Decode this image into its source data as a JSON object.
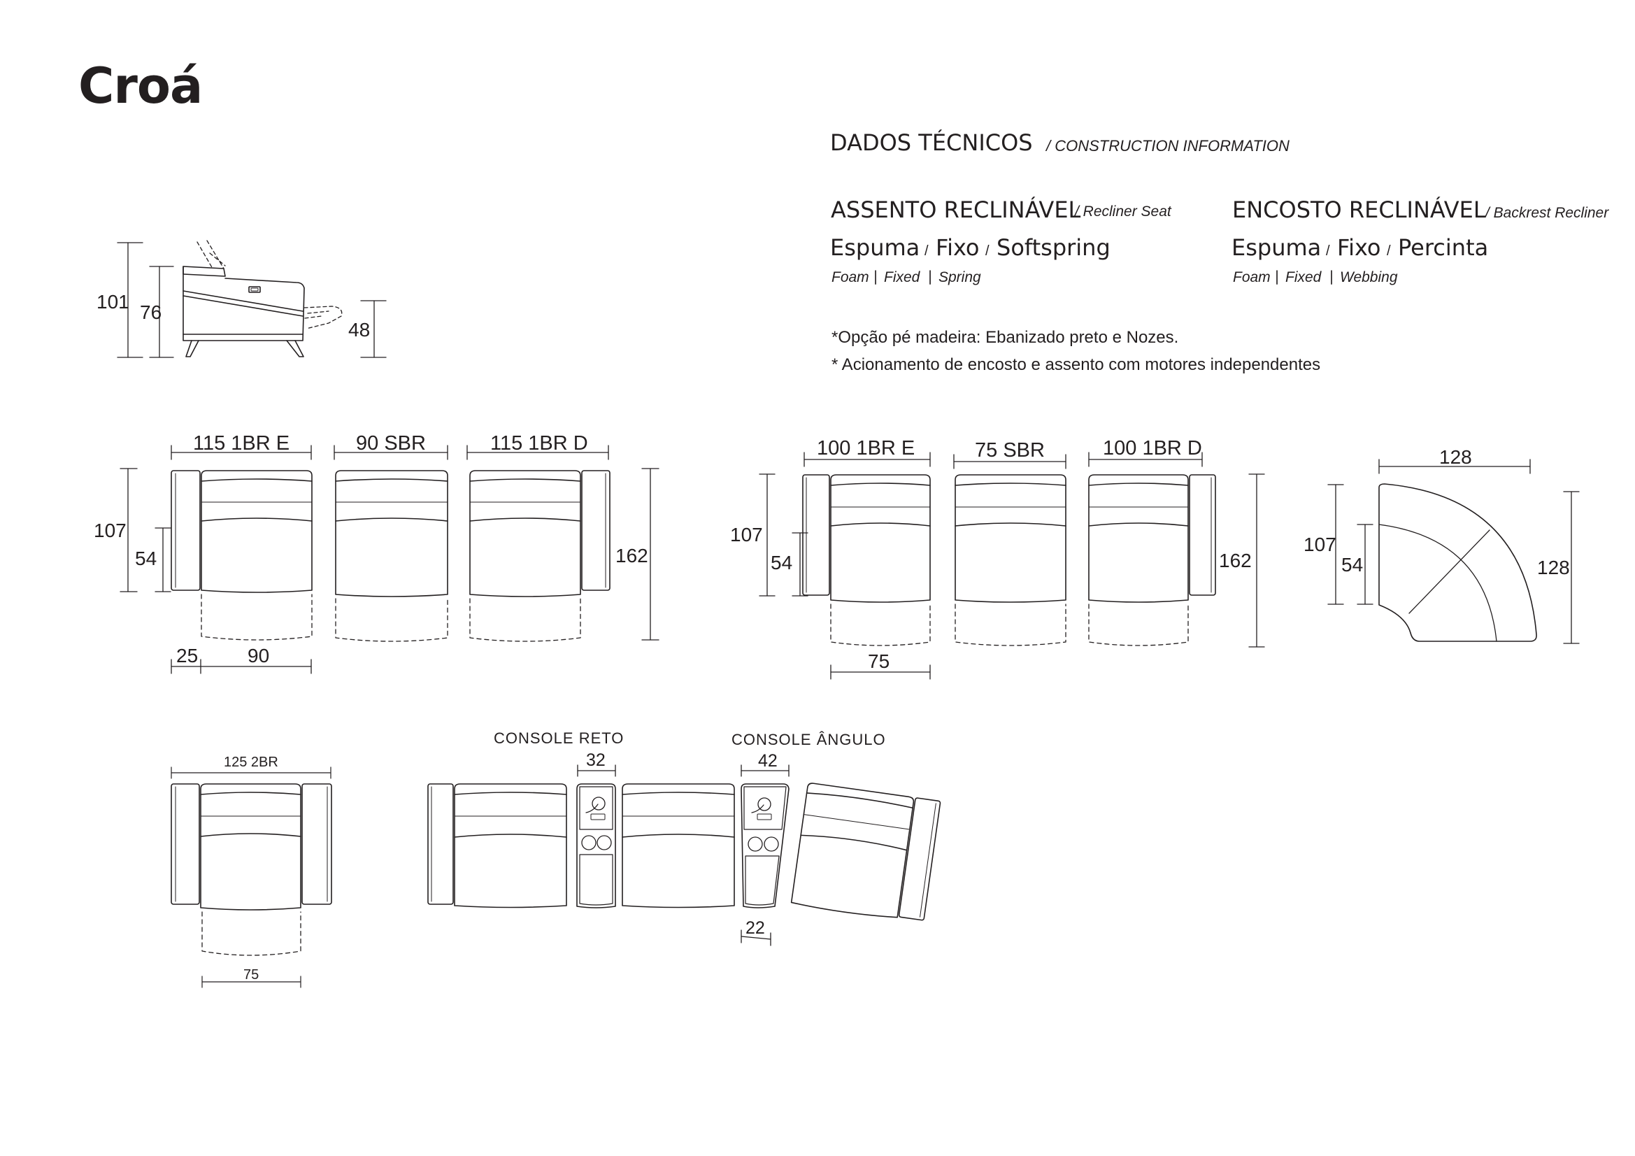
{
  "header": {
    "title": "Croá",
    "tech_title": "DADOS TÉCNICOS",
    "tech_subtitle": "/ CONSTRUCTION INFORMATION"
  },
  "seat": {
    "title": "ASSENTO RECLINÁVEL",
    "subtitle": "/ Recliner Seat",
    "materials": [
      "Espuma",
      "Fixo",
      "Softspring"
    ],
    "separators": [
      "/",
      "/"
    ],
    "materials_en": [
      "Foam",
      "Fixed",
      "Spring"
    ],
    "separators_en": [
      "|",
      "|"
    ]
  },
  "backrest": {
    "title": "ENCOSTO RECLINÁVEL",
    "subtitle": "/ Backrest Recliner",
    "materials": [
      "Espuma",
      "Fixo",
      "Percinta"
    ],
    "separators": [
      "/",
      "/"
    ],
    "materials_en": [
      "Foam",
      "Fixed",
      "Webbing"
    ],
    "separators_en": [
      "|",
      "|"
    ]
  },
  "notes": [
    "*Opção pé madeira: Ebanizado preto e Nozes.",
    "*  Acionamento de encosto e assento com motores independentes"
  ],
  "side_view": {
    "dims": [
      "101",
      "76",
      "48"
    ]
  },
  "module_set_a": {
    "labels": [
      "115 1BR E",
      "90 SBR",
      "115 1BR D"
    ],
    "dims": [
      "107",
      "54",
      "162",
      "25",
      "90"
    ]
  },
  "module_set_b": {
    "labels": [
      "100 1BR E",
      "75 SBR",
      "100 1BR D"
    ],
    "dims": [
      "107",
      "54",
      "162",
      "75"
    ]
  },
  "corner": {
    "dims": [
      "128",
      "107",
      "54",
      "128"
    ]
  },
  "single_2br": {
    "label": "125 2BR",
    "dims": [
      "75"
    ]
  },
  "consoles": {
    "straight_label": "CONSOLE RETO",
    "straight_width": "32",
    "angle_label": "CONSOLE ÂNGULO",
    "angle_width": "42",
    "angle_bottom": "22"
  }
}
